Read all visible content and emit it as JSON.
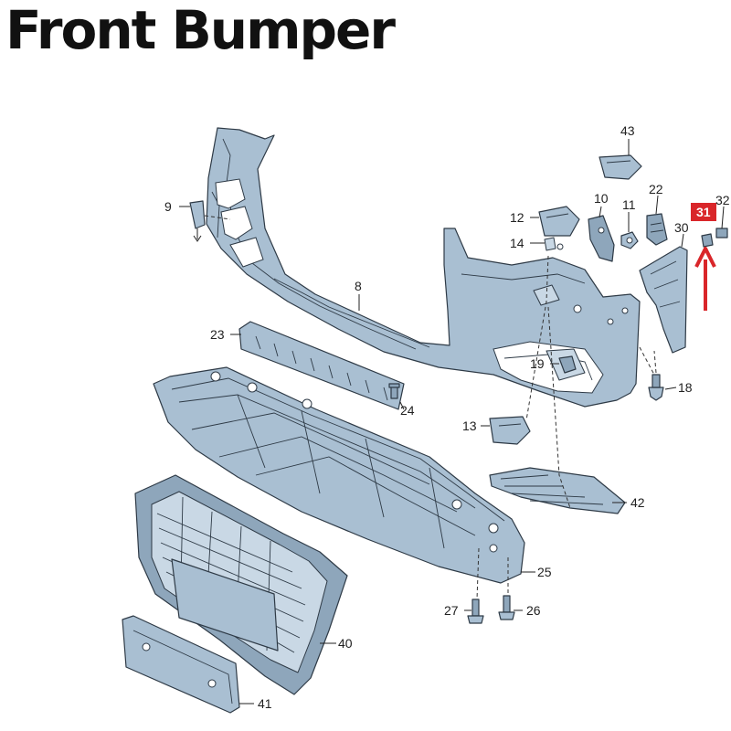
{
  "title": "Front Bumper",
  "colors": {
    "part_fill": "#a9bfd2",
    "outline": "#2e3a46",
    "highlight": "#d9262a"
  },
  "highlighted_part": "31",
  "callouts": [
    {
      "id": "p43",
      "label": "43"
    },
    {
      "id": "p9",
      "label": "9"
    },
    {
      "id": "p10",
      "label": "10"
    },
    {
      "id": "p11",
      "label": "11"
    },
    {
      "id": "p22",
      "label": "22"
    },
    {
      "id": "p31",
      "label": "31"
    },
    {
      "id": "p32",
      "label": "32"
    },
    {
      "id": "p12",
      "label": "12"
    },
    {
      "id": "p30",
      "label": "30"
    },
    {
      "id": "p14",
      "label": "14"
    },
    {
      "id": "p8",
      "label": "8"
    },
    {
      "id": "p23",
      "label": "23"
    },
    {
      "id": "p19",
      "label": "19"
    },
    {
      "id": "p18",
      "label": "18"
    },
    {
      "id": "p24",
      "label": "24"
    },
    {
      "id": "p13",
      "label": "13"
    },
    {
      "id": "p42",
      "label": "42"
    },
    {
      "id": "p25",
      "label": "25"
    },
    {
      "id": "p27",
      "label": "27"
    },
    {
      "id": "p26",
      "label": "26"
    },
    {
      "id": "p40",
      "label": "40"
    },
    {
      "id": "p41",
      "label": "41"
    }
  ]
}
